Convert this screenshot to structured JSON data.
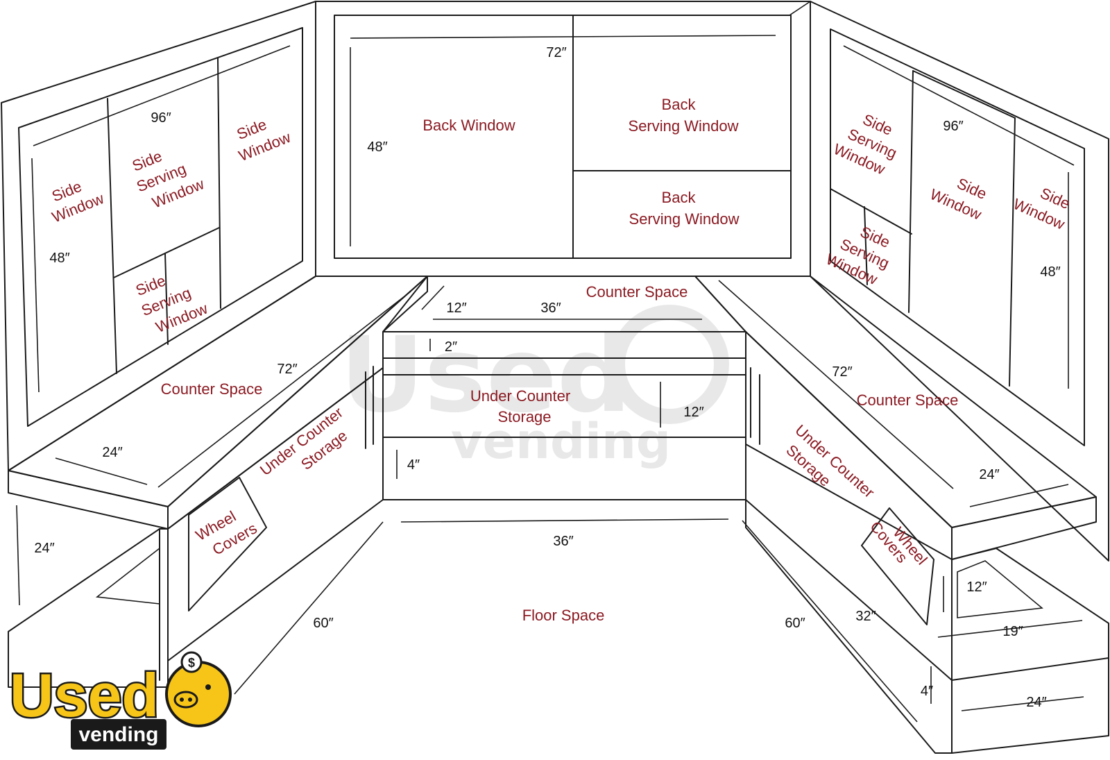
{
  "colors": {
    "label": "#8b1a22",
    "dimension": "#111111",
    "line": "#1a1a1a",
    "logo_fill": "#f6c518",
    "logo_stroke": "#1a1a1a"
  },
  "labels": {
    "back_window": "Back Window",
    "back_serving_window_top_1": "Back",
    "back_serving_window_top_2": "Serving Window",
    "back_serving_window_bottom_1": "Back",
    "back_serving_window_bottom_2": "Serving Window",
    "left_side_window_1": "Side",
    "left_side_window_2": "Window",
    "left_side_serving_window_1": "Side",
    "left_side_serving_window_2": "Serving",
    "left_side_serving_window_3": "Window",
    "left_outer_side_window_1": "Side",
    "left_outer_side_window_2": "Window",
    "left_lower_serving_window_1": "Side",
    "left_lower_serving_window_2": "Serving",
    "left_lower_serving_window_3": "Window",
    "right_side_serving_window_1": "Side",
    "right_side_serving_window_2": "Serving",
    "right_side_serving_window_3": "Window",
    "right_lower_serving_window_1": "Side",
    "right_lower_serving_window_2": "Serving",
    "right_lower_serving_window_3": "Window",
    "right_mid_side_window_1": "Side",
    "right_mid_side_window_2": "Window",
    "right_outer_side_window_1": "Side",
    "right_outer_side_window_2": "Window",
    "counter_space_back": "Counter Space",
    "counter_space_left": "Counter Space",
    "counter_space_right": "Counter Space",
    "under_counter_storage_center_1": "Under Counter",
    "under_counter_storage_center_2": "Storage",
    "under_counter_storage_left_1": "Under Counter",
    "under_counter_storage_left_2": "Storage",
    "under_counter_storage_right_1": "Under Counter",
    "under_counter_storage_right_2": "Storage",
    "wheel_covers_left_1": "Wheel",
    "wheel_covers_left_2": "Covers",
    "wheel_covers_right_1": "Wheel",
    "wheel_covers_right_2": "Covers",
    "floor_space": "Floor Space"
  },
  "dimensions": {
    "back_window_width": "72″",
    "back_window_height": "48″",
    "left_wall_width": "96″",
    "left_wall_height": "48″",
    "right_wall_width": "96″",
    "right_wall_height": "48″",
    "back_counter_depth": "12″",
    "back_counter_width": "36″",
    "back_lip": "2″",
    "center_storage_height": "12″",
    "center_kick": "4″",
    "floor_width": "36″",
    "left_counter_length": "72″",
    "left_counter_depth": "24″",
    "left_counter_height": "24″",
    "right_counter_length": "72″",
    "right_counter_depth": "24″",
    "left_floor_length": "60″",
    "right_floor_length": "60″",
    "right_step_depth": "32″",
    "right_step_height": "12″",
    "right_step_width": "19″",
    "right_box_height": "4″",
    "right_box_width": "24″"
  },
  "watermark": {
    "line1": "Used",
    "line2": "vending"
  },
  "logo": {
    "line1": "Used",
    "line2": "vending",
    "coin": "$"
  }
}
